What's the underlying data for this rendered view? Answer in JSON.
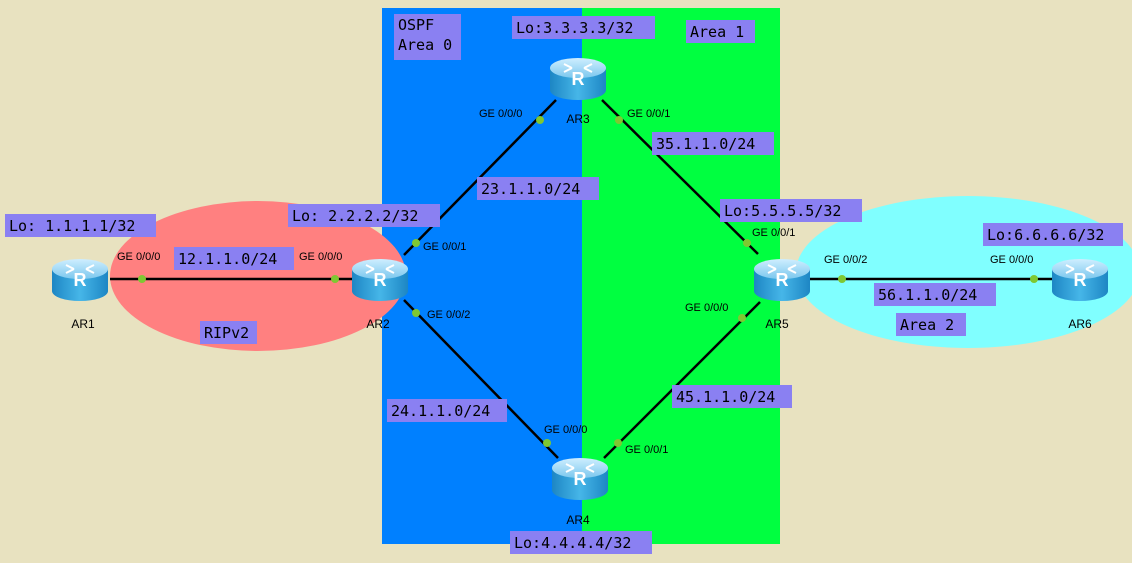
{
  "areas": {
    "area0": "OSPF\nArea 0",
    "area1": "Area 1",
    "area2": "Area 2",
    "rip": "RIPv2"
  },
  "routers": {
    "ar1": {
      "name": "AR1",
      "loopback": "Lo: 1.1.1.1/32"
    },
    "ar2": {
      "name": "AR2",
      "loopback": "Lo: 2.2.2.2/32"
    },
    "ar3": {
      "name": "AR3",
      "loopback": "Lo:3.3.3.3/32"
    },
    "ar4": {
      "name": "AR4",
      "loopback": "Lo:4.4.4.4/32"
    },
    "ar5": {
      "name": "AR5",
      "loopback": "Lo:5.5.5.5/32"
    },
    "ar6": {
      "name": "AR6",
      "loopback": "Lo:6.6.6.6/32"
    },
    "icon_letter": "R"
  },
  "networks": {
    "n12": "12.1.1.0/24",
    "n23": "23.1.1.0/24",
    "n24": "24.1.1.0/24",
    "n35": "35.1.1.0/24",
    "n45": "45.1.1.0/24",
    "n56": "56.1.1.0/24"
  },
  "ports": {
    "ar1_g000": "GE 0/0/0",
    "ar2_g000": "GE 0/0/0",
    "ar2_g001": "GE 0/0/1",
    "ar2_g002": "GE 0/0/2",
    "ar3_g000": "GE 0/0/0",
    "ar3_g001": "GE 0/0/1",
    "ar4_g000": "GE 0/0/0",
    "ar4_g001": "GE 0/0/1",
    "ar5_g000": "GE 0/0/0",
    "ar5_g001": "GE 0/0/1",
    "ar5_g002": "GE 0/0/2",
    "ar6_g000": "GE 0/0/0"
  },
  "colors": {
    "background": "#e8e2c0",
    "area0": "#0080ff",
    "area1": "#00ff40",
    "area2": "#80ffff",
    "rip": "#ff8080",
    "label_box": "#8a80f2",
    "link": "#000000",
    "port_dot": "#7fc832",
    "router": "#2aa0dc"
  },
  "icons": {
    "router": "router-icon"
  }
}
